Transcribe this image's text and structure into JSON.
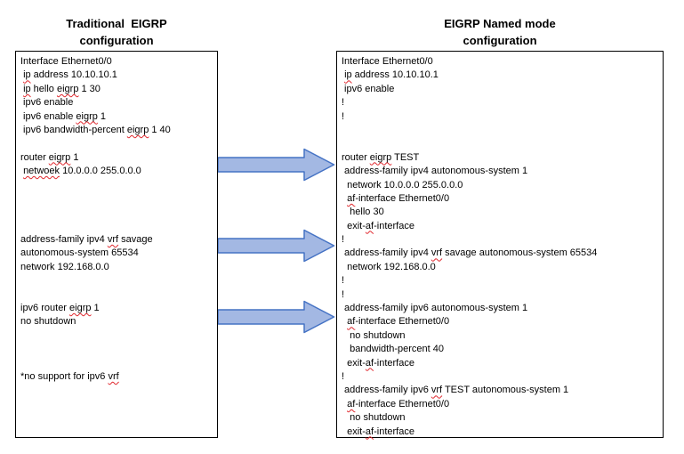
{
  "diagram": {
    "left": {
      "title": "Traditional  EIGRP\nconfiguration",
      "lines": [
        [
          "Interface Ethernet0/0"
        ],
        [
          " ",
          {
            "sq": "ip"
          },
          " address 10.10.10.1"
        ],
        [
          " ",
          {
            "sq": "ip"
          },
          " hello ",
          {
            "sq": "eigrp"
          },
          " 1 30"
        ],
        [
          " ipv6 enable"
        ],
        [
          " ipv6 enable ",
          {
            "sq": "eigrp"
          },
          " 1"
        ],
        [
          " ipv6 bandwidth-percent ",
          {
            "sq": "eigrp"
          },
          " 1 40"
        ],
        [],
        [
          "router ",
          {
            "sq": "eigrp"
          },
          " 1"
        ],
        [
          " ",
          {
            "sq": "netwoek"
          },
          " 10.0.0.0 255.0.0.0"
        ],
        [],
        [],
        [],
        [],
        [
          "address-family ipv4 ",
          {
            "sq": "vrf"
          },
          " savage"
        ],
        [
          "autonomous-system 65534"
        ],
        [
          "network 192.168.0.0"
        ],
        [],
        [],
        [
          "ipv6 router ",
          {
            "sq": "eigrp"
          },
          " 1"
        ],
        [
          "no shutdown"
        ],
        [],
        [],
        [],
        [
          "*no support for ipv6 ",
          {
            "sq": "vrf"
          }
        ]
      ]
    },
    "right": {
      "title": "EIGRP Named mode\nconfiguration",
      "lines": [
        [
          "Interface Ethernet0/0"
        ],
        [
          " ",
          {
            "sq": "ip"
          },
          " address 10.10.10.1"
        ],
        [
          " ipv6 enable"
        ],
        [
          "!"
        ],
        [
          "!"
        ],
        [],
        [],
        [
          "router ",
          {
            "sq": "eigrp"
          },
          " TEST"
        ],
        [
          " address-family ipv4 autonomous-system 1"
        ],
        [
          "  network 10.0.0.0 255.0.0.0"
        ],
        [
          "  ",
          {
            "sq": "af"
          },
          "-interface Ethernet0/0"
        ],
        [
          "   hello 30"
        ],
        [
          "  exit-",
          {
            "sq": "af"
          },
          "-interface"
        ],
        [
          "!"
        ],
        [
          " address-family ipv4 ",
          {
            "sq": "vrf"
          },
          " savage autonomous-system 65534"
        ],
        [
          "  network 192.168.0.0"
        ],
        [
          "!"
        ],
        [
          "!"
        ],
        [
          " address-family ipv6 autonomous-system 1"
        ],
        [
          "  ",
          {
            "sq": "af"
          },
          "-interface Ethernet0/0"
        ],
        [
          "   no shutdown"
        ],
        [
          "   bandwidth-percent 40"
        ],
        [
          "  exit-",
          {
            "sq": "af"
          },
          "-interface"
        ],
        [
          "!"
        ],
        [
          " address-family ipv6 ",
          {
            "sq": "vrf"
          },
          " TEST autonomous-system 1"
        ],
        [
          "  ",
          {
            "sq": "af"
          },
          "-interface Ethernet0/0"
        ],
        [
          "   no shutdown"
        ],
        [
          "  exit-",
          {
            "sq": "af"
          },
          "-interface"
        ]
      ]
    },
    "arrows": [
      {
        "name": "arrow-1",
        "points_to": "router eigrp TEST block"
      },
      {
        "name": "arrow-2",
        "points_to": "address-family ipv4 vrf block"
      },
      {
        "name": "arrow-3",
        "points_to": "address-family ipv6 block"
      }
    ],
    "colors": {
      "arrow_fill": "#a3b8e3",
      "arrow_stroke": "#4472c4",
      "squiggle": "#e0262c",
      "box_border": "#000000",
      "text": "#000000"
    }
  }
}
